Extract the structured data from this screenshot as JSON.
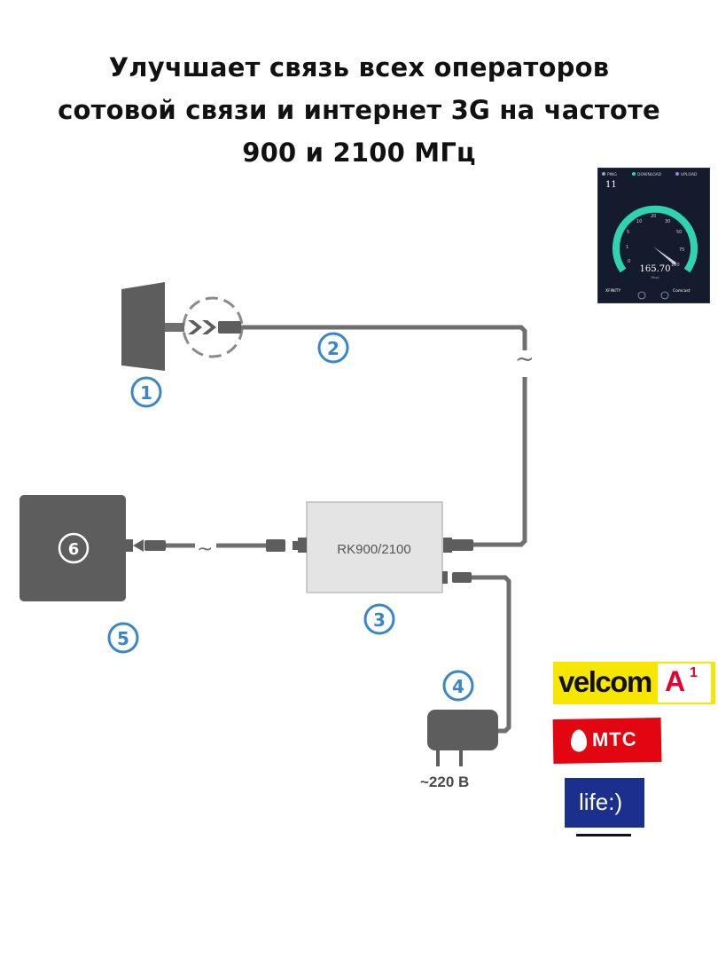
{
  "title": {
    "line1": "Улучшает связь всех операторов",
    "line2": "сотовой связи и интернет 3G на частоте",
    "line3": "900 и 2100 МГц"
  },
  "diagram": {
    "device_label": "RK900/2100",
    "callouts": [
      "1",
      "2",
      "3",
      "4",
      "5",
      "6"
    ],
    "tilde": "~",
    "power_label": "~220 В"
  },
  "speedtest": {
    "ping_label": "PING",
    "ping_value": "11",
    "download_label": "DOWNLOAD",
    "upload_label": "UPLOAD",
    "unit_small": "Mbps",
    "gauge_ticks": [
      "0",
      "1",
      "5",
      "10",
      "20",
      "30",
      "50",
      "75",
      "100"
    ],
    "speed_value": "165.70",
    "isp_left": "XFINITY",
    "isp_right": "Comcast",
    "gauge_color": "#2fd3b0"
  },
  "operators": {
    "velcom": "velcom",
    "a1": "A",
    "a1_sup": "1",
    "mts": "МТС",
    "life": "life:)"
  },
  "colors": {
    "device_gray": "#5d5d5d",
    "cable_gray": "#6f6f6f",
    "callout_blue": "#3a86c8",
    "velcom_yellow": "#f6e600",
    "mts_red": "#e30611",
    "life_blue": "#1a2f8e"
  }
}
